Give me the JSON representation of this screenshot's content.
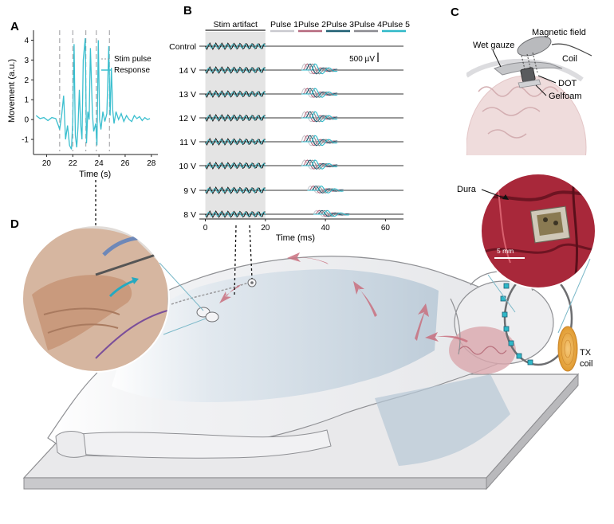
{
  "panels": {
    "a": {
      "letter": "A"
    },
    "b": {
      "letter": "B"
    },
    "c": {
      "letter": "C"
    },
    "d": {
      "letter": "D"
    }
  },
  "colors": {
    "response": "#3bbfcf",
    "pulse1": "#c9c9cf",
    "pulse2": "#b5687e",
    "pulse3": "#1f5f73",
    "pulse4": "#8a8a90",
    "pulse5": "#2fb8c8",
    "stim_box": "#e4e4e4",
    "arrow": "#c9707f",
    "torso": "#b7c8d6",
    "tissue": "#a8283a"
  },
  "chart_data": [
    {
      "type": "line",
      "panel": "A",
      "xlabel": "Time (s)",
      "ylabel": "Movement (a.u.)",
      "xlim": [
        19,
        28.5
      ],
      "ylim": [
        -1.6,
        4.5
      ],
      "xticks": [
        20,
        22,
        24,
        26,
        28
      ],
      "yticks": [
        -1,
        0,
        1,
        2,
        3,
        4
      ],
      "stim_pulses_x": [
        21,
        22,
        23,
        23.8,
        24.8
      ],
      "legend": [
        "Stim pulse",
        "Response"
      ],
      "legend_position": "right",
      "series": [
        {
          "x": [
            19.2,
            19.5,
            19.8,
            20.1,
            20.4,
            20.7,
            20.9,
            21.0,
            21.15,
            21.3,
            21.45,
            21.6,
            21.75,
            21.9,
            22.0,
            22.1,
            22.2,
            22.3,
            22.4,
            22.5,
            22.6,
            22.7,
            22.8,
            22.95,
            23.05,
            23.15,
            23.25,
            23.35,
            23.5,
            23.6,
            23.75,
            23.85,
            23.95,
            24.05,
            24.15,
            24.3,
            24.45,
            24.6,
            24.75,
            24.85,
            24.95,
            25.05,
            25.15,
            25.3,
            25.5,
            25.7,
            25.9,
            26.1,
            26.3,
            26.5,
            26.7,
            26.9,
            27.1,
            27.3,
            27.5,
            27.7,
            27.9
          ],
          "values": [
            0.2,
            0.05,
            0.1,
            -0.05,
            0.1,
            0.05,
            -0.3,
            -0.5,
            0.2,
            1.2,
            -1.0,
            -0.3,
            -1.3,
            -1.5,
            0.0,
            3.8,
            -0.8,
            -1.4,
            -0.4,
            1.5,
            -0.2,
            -1.0,
            3.0,
            4.1,
            -1.2,
            0.4,
            0.0,
            3.6,
            0.3,
            -0.6,
            -0.2,
            -1.3,
            4.0,
            0.0,
            -0.5,
            0.4,
            -0.1,
            0.3,
            3.7,
            0.2,
            2.6,
            0.5,
            -0.2,
            0.4,
            0.0,
            0.3,
            -0.1,
            0.2,
            0.0,
            -0.1,
            0.2,
            0.05,
            0.15,
            -0.05,
            0.1,
            0.0,
            0.05
          ]
        }
      ]
    },
    {
      "type": "line",
      "panel": "B",
      "xlabel": "Time (ms)",
      "xlim": [
        -2,
        66
      ],
      "xticks": [
        0,
        20,
        40,
        60
      ],
      "stim_artifact_range": [
        0,
        20
      ],
      "stim_artifact_label": "Stim artifact",
      "scale_bar": "500 µV",
      "rows": [
        "Control",
        "14 V",
        "13 V",
        "12 V",
        "11 V",
        "10 V",
        "9 V",
        "8 V"
      ],
      "response_onset_ms": [
        null,
        32,
        32,
        32,
        32,
        32,
        34,
        36
      ],
      "response_amplitude": [
        0,
        1.0,
        0.9,
        1.0,
        1.0,
        0.9,
        0.7,
        0.6
      ],
      "pulses": [
        "Pulse 1",
        "Pulse 2",
        "Pulse 3",
        "Pulse 4",
        "Pulse 5"
      ]
    }
  ],
  "schematic_c": {
    "labels": {
      "wet_gauze": "Wet gauze",
      "magnetic_field": "Magnetic field",
      "coil": "Coil",
      "dot": "DOT",
      "gelfoam": "Gelfoam"
    }
  },
  "photo": {
    "dura": "Dura",
    "scale": "5 mm"
  },
  "tx_coil": [
    "TX",
    "coil"
  ]
}
